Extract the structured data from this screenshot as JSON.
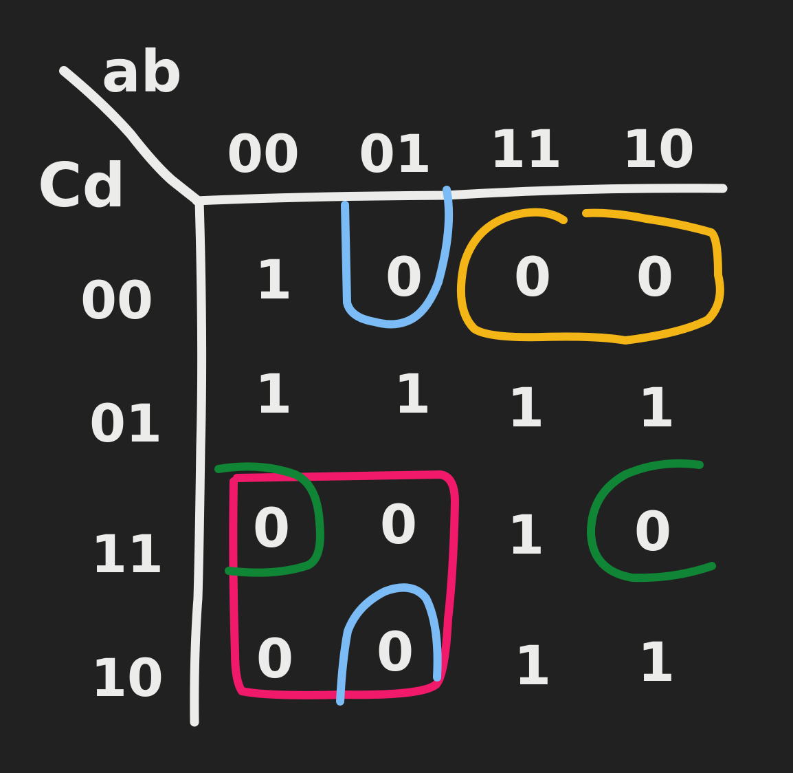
{
  "diagram": {
    "type": "karnaugh-map",
    "variables": {
      "columns": "ab",
      "rows": "Cd"
    },
    "column_headers": [
      "00",
      "01",
      "11",
      "10"
    ],
    "row_headers": [
      "00",
      "01",
      "11",
      "10"
    ],
    "cells": [
      [
        "1",
        "0",
        "0",
        "0"
      ],
      [
        "1",
        "1",
        "1",
        "1"
      ],
      [
        "0",
        "0",
        "1",
        "0"
      ],
      [
        "0",
        "0",
        "1",
        "1"
      ]
    ],
    "groups": [
      {
        "id": "blue-top",
        "color": "#7cbcf6",
        "cells": [
          "00-01"
        ]
      },
      {
        "id": "yellow",
        "color": "#f4b616",
        "cells": [
          "00-11",
          "00-10"
        ]
      },
      {
        "id": "pink",
        "color": "#f0196a",
        "cells": [
          "11-00",
          "11-01",
          "10-00",
          "10-01"
        ]
      },
      {
        "id": "green-left",
        "color": "#0f8535",
        "cells": [
          "11-00"
        ]
      },
      {
        "id": "green-right",
        "color": "#0f8535",
        "cells": [
          "11-10"
        ]
      },
      {
        "id": "blue-bottom",
        "color": "#7cbcf6",
        "cells": [
          "10-01"
        ]
      }
    ],
    "colors": {
      "background": "#222121",
      "chalk": "#ececeb"
    }
  }
}
